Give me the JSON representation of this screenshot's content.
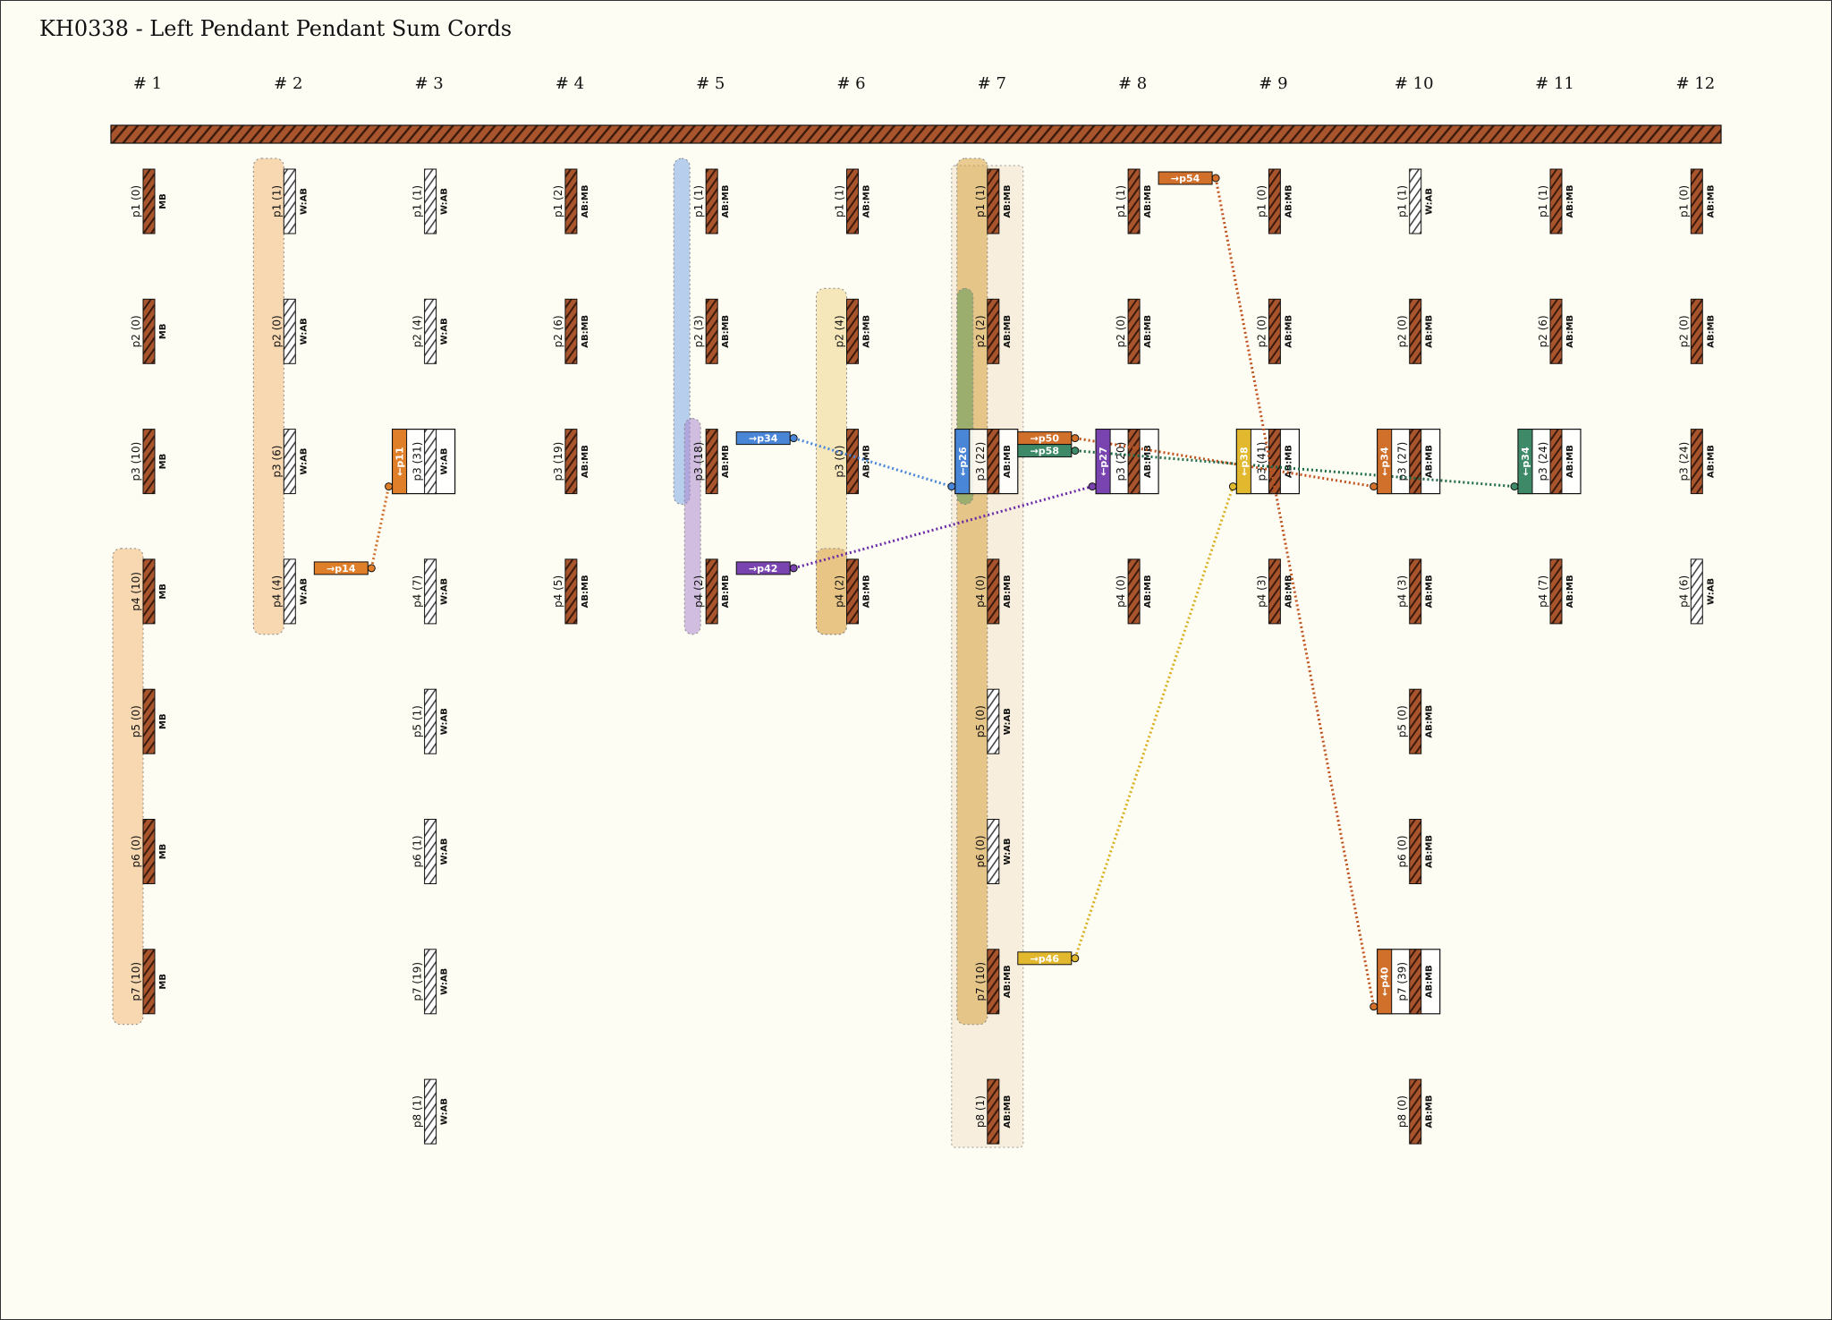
{
  "title": "KH0338 - Left Pendant Pendant Sum Cords",
  "columns": [
    {
      "label": "# 1",
      "cords": [
        {
          "name": "p1 (0)",
          "knot": "MB",
          "fill": "solid"
        },
        {
          "name": "p2 (0)",
          "knot": "MB",
          "fill": "solid"
        },
        {
          "name": "p3 (10)",
          "knot": "MB",
          "fill": "solid"
        },
        {
          "name": "p4 (10)",
          "knot": "MB",
          "fill": "solid"
        },
        {
          "name": "p5 (0)",
          "knot": "MB",
          "fill": "solid"
        },
        {
          "name": "p6 (0)",
          "knot": "MB",
          "fill": "solid"
        },
        {
          "name": "p7 (10)",
          "knot": "MB",
          "fill": "solid"
        }
      ]
    },
    {
      "label": "# 2",
      "cords": [
        {
          "name": "p1 (1)",
          "knot": "W:AB",
          "fill": "white"
        },
        {
          "name": "p2 (0)",
          "knot": "W:AB",
          "fill": "white"
        },
        {
          "name": "p3 (6)",
          "knot": "W:AB",
          "fill": "white"
        },
        {
          "name": "p4 (4)",
          "knot": "W:AB",
          "fill": "white"
        }
      ]
    },
    {
      "label": "# 3",
      "cords": [
        {
          "name": "p1 (1)",
          "knot": "W:AB",
          "fill": "white"
        },
        {
          "name": "p2 (4)",
          "knot": "W:AB",
          "fill": "white"
        },
        {
          "name": "p3 (31)",
          "knot": "W:AB",
          "fill": "white"
        },
        {
          "name": "p4 (7)",
          "knot": "W:AB",
          "fill": "white"
        },
        {
          "name": "p5 (1)",
          "knot": "W:AB",
          "fill": "white"
        },
        {
          "name": "p6 (1)",
          "knot": "W:AB",
          "fill": "white"
        },
        {
          "name": "p7 (19)",
          "knot": "W:AB",
          "fill": "white"
        },
        {
          "name": "p8 (1)",
          "knot": "W:AB",
          "fill": "white"
        }
      ]
    },
    {
      "label": "# 4",
      "cords": [
        {
          "name": "p1 (2)",
          "knot": "AB:MB",
          "fill": "solid"
        },
        {
          "name": "p2 (6)",
          "knot": "AB:MB",
          "fill": "solid"
        },
        {
          "name": "p3 (19)",
          "knot": "AB:MB",
          "fill": "solid"
        },
        {
          "name": "p4 (5)",
          "knot": "AB:MB",
          "fill": "solid"
        }
      ]
    },
    {
      "label": "# 5",
      "cords": [
        {
          "name": "p1 (1)",
          "knot": "AB:MB",
          "fill": "solid"
        },
        {
          "name": "p2 (3)",
          "knot": "AB:MB",
          "fill": "solid"
        },
        {
          "name": "p3 (18)",
          "knot": "AB:MB",
          "fill": "solid"
        },
        {
          "name": "p4 (2)",
          "knot": "AB:MB",
          "fill": "solid"
        }
      ]
    },
    {
      "label": "# 6",
      "cords": [
        {
          "name": "p1 (1)",
          "knot": "AB:MB",
          "fill": "solid"
        },
        {
          "name": "p2 (4)",
          "knot": "AB:MB",
          "fill": "solid"
        },
        {
          "name": "p3 (0)",
          "knot": "AB:MB",
          "fill": "solid"
        },
        {
          "name": "p4 (2)",
          "knot": "AB:MB",
          "fill": "solid"
        }
      ]
    },
    {
      "label": "# 7",
      "cords": [
        {
          "name": "p1 (1)",
          "knot": "AB:MB",
          "fill": "solid"
        },
        {
          "name": "p2 (2)",
          "knot": "AB:MB",
          "fill": "solid"
        },
        {
          "name": "p3 (22)",
          "knot": "AB:MB",
          "fill": "solid"
        },
        {
          "name": "p4 (0)",
          "knot": "AB:MB",
          "fill": "solid"
        },
        {
          "name": "p5 (0)",
          "knot": "W:AB",
          "fill": "white"
        },
        {
          "name": "p6 (0)",
          "knot": "W:AB",
          "fill": "white"
        },
        {
          "name": "p7 (10)",
          "knot": "AB:MB",
          "fill": "solid"
        },
        {
          "name": "p8 (1)",
          "knot": "AB:MB",
          "fill": "solid"
        }
      ]
    },
    {
      "label": "# 8",
      "cords": [
        {
          "name": "p1 (1)",
          "knot": "AB:MB",
          "fill": "solid"
        },
        {
          "name": "p2 (0)",
          "knot": "AB:MB",
          "fill": "solid"
        },
        {
          "name": "p3 (20)",
          "knot": "AB:MB",
          "fill": "solid"
        },
        {
          "name": "p4 (0)",
          "knot": "AB:MB",
          "fill": "solid"
        }
      ]
    },
    {
      "label": "# 9",
      "cords": [
        {
          "name": "p1 (0)",
          "knot": "AB:MB",
          "fill": "solid"
        },
        {
          "name": "p2 (0)",
          "knot": "AB:MB",
          "fill": "solid"
        },
        {
          "name": "p3 (41)",
          "knot": "AB:MB",
          "fill": "solid"
        },
        {
          "name": "p4 (3)",
          "knot": "AB:MB",
          "fill": "solid"
        }
      ]
    },
    {
      "label": "# 10",
      "cords": [
        {
          "name": "p1 (1)",
          "knot": "W:AB",
          "fill": "white"
        },
        {
          "name": "p2 (0)",
          "knot": "AB:MB",
          "fill": "solid"
        },
        {
          "name": "p3 (27)",
          "knot": "AB:MB",
          "fill": "solid"
        },
        {
          "name": "p4 (3)",
          "knot": "AB:MB",
          "fill": "solid"
        },
        {
          "name": "p5 (0)",
          "knot": "AB:MB",
          "fill": "solid"
        },
        {
          "name": "p6 (0)",
          "knot": "AB:MB",
          "fill": "solid"
        },
        {
          "name": "p7 (39)",
          "knot": "AB:MB",
          "fill": "solid"
        },
        {
          "name": "p8 (0)",
          "knot": "AB:MB",
          "fill": "solid"
        }
      ]
    },
    {
      "label": "# 11",
      "cords": [
        {
          "name": "p1 (1)",
          "knot": "AB:MB",
          "fill": "solid"
        },
        {
          "name": "p2 (6)",
          "knot": "AB:MB",
          "fill": "solid"
        },
        {
          "name": "p3 (24)",
          "knot": "AB:MB",
          "fill": "solid"
        },
        {
          "name": "p4 (7)",
          "knot": "AB:MB",
          "fill": "solid"
        }
      ]
    },
    {
      "label": "# 12",
      "cords": [
        {
          "name": "p1 (0)",
          "knot": "AB:MB",
          "fill": "solid"
        },
        {
          "name": "p2 (0)",
          "knot": "AB:MB",
          "fill": "solid"
        },
        {
          "name": "p3 (24)",
          "knot": "AB:MB",
          "fill": "solid"
        },
        {
          "name": "p4 (6)",
          "knot": "W:AB",
          "fill": "white"
        }
      ]
    }
  ],
  "highlights": [
    {
      "col": 0,
      "from": 3,
      "to": 6,
      "color": "#f3b97a"
    },
    {
      "col": 1,
      "from": 0,
      "to": 3,
      "color": "#f3b97a"
    },
    {
      "col": 4,
      "from": 0,
      "to": 2,
      "color": "#7ea8e8"
    },
    {
      "col": 4,
      "from": 2,
      "to": 3,
      "color": "#a988d0"
    },
    {
      "col": 5,
      "from": 1,
      "to": 3,
      "color": "#eed68a"
    },
    {
      "col": 5,
      "from": 3,
      "to": 3,
      "color": "#dfaa5a"
    },
    {
      "col": 6,
      "from": 0,
      "to": 6,
      "color": "#d9a441"
    },
    {
      "col": 6,
      "from": 1,
      "to": 2,
      "color": "#5f9a5a"
    }
  ],
  "sum_tags": [
    {
      "label": "→p14",
      "col": 1,
      "row": 3,
      "dir": "right",
      "color": "#e07f2a"
    },
    {
      "label": "←p11",
      "col": 2,
      "row": 2,
      "dir": "left",
      "color": "#e07f2a"
    },
    {
      "label": "→p34",
      "col": 4,
      "row": 2,
      "dir": "right",
      "color": "#4a86d8"
    },
    {
      "label": "→p42",
      "col": 4,
      "row": 3,
      "dir": "right",
      "color": "#7a44b0"
    },
    {
      "label": "←p26",
      "col": 6,
      "row": 2,
      "dir": "left",
      "color": "#4a86d8"
    },
    {
      "label": "→p50",
      "col": 6,
      "row": 2,
      "dir": "right-top",
      "color": "#d0702a"
    },
    {
      "label": "→p58",
      "col": 6,
      "row": 2,
      "dir": "right-bottom",
      "color": "#3e8a68"
    },
    {
      "label": "→p46",
      "col": 6,
      "row": 6,
      "dir": "right",
      "color": "#e2b82e"
    },
    {
      "label": "→p54",
      "col": 7,
      "row": 0,
      "dir": "right-top",
      "color": "#d0702a"
    },
    {
      "label": "←p27",
      "col": 7,
      "row": 2,
      "dir": "left",
      "color": "#7a44b0"
    },
    {
      "label": "←p38",
      "col": 8,
      "row": 2,
      "dir": "left",
      "color": "#e2b82e"
    },
    {
      "label": "←p34",
      "col": 9,
      "row": 2,
      "dir": "left",
      "color": "#d0702a"
    },
    {
      "label": "←p40",
      "col": 9,
      "row": 6,
      "dir": "left",
      "color": "#d0702a"
    },
    {
      "label": "←p34",
      "col": 10,
      "row": 2,
      "dir": "left",
      "color": "#3e8a68"
    }
  ],
  "links": [
    {
      "from": 0,
      "to": 1,
      "color": "#d0702a"
    },
    {
      "from": 2,
      "to": 4,
      "color": "#4a86d8"
    },
    {
      "from": 3,
      "to": 9,
      "color": "#6a2aa8"
    },
    {
      "from": 5,
      "to": 11,
      "color": "#c0531e"
    },
    {
      "from": 6,
      "to": 13,
      "color": "#1f6a48"
    },
    {
      "from": 7,
      "to": 10,
      "color": "#d8b01e"
    },
    {
      "from": 8,
      "to": 12,
      "color": "#c0531e"
    }
  ]
}
